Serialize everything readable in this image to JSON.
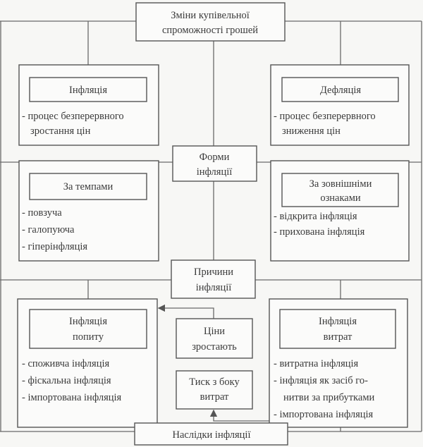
{
  "top": {
    "lines": [
      "Зміни купівельної",
      "спроможності грошей"
    ]
  },
  "inflation": {
    "title": "Інфляція",
    "desc": [
      "- процес безперервного",
      "зростання цін"
    ]
  },
  "deflation": {
    "title": "Дефляція",
    "desc": [
      "- процес безперервного",
      "зниження цін"
    ]
  },
  "forms": {
    "lines": [
      "Форми",
      "інфляції"
    ]
  },
  "by_rate": {
    "title": "За темпами",
    "items": [
      "- повзуча",
      "- галопуюча",
      "- гіперінфляція"
    ]
  },
  "by_signs": {
    "title": [
      "За зовнішніми",
      "ознаками"
    ],
    "items": [
      "- відкрита інфляція",
      "- прихована інфляція"
    ]
  },
  "causes": {
    "lines": [
      "Причини",
      "інфляції"
    ]
  },
  "demand": {
    "title": [
      "Інфляція",
      "попиту"
    ],
    "items": [
      "- споживча інфляція",
      "- фіскальна інфляція",
      "- імпортована інфляція"
    ]
  },
  "prices_rise": {
    "lines": [
      "Ціни",
      "зростають"
    ]
  },
  "cost_pressure": {
    "lines": [
      "Тиск з боку",
      "витрат"
    ]
  },
  "cost": {
    "title": [
      "Інфляція",
      "витрат"
    ],
    "items": [
      "- витратна інфляція",
      "- інфляція як засіб го-",
      "нитви за прибутками",
      "- імпортована інфляція"
    ]
  },
  "consequences": {
    "label": "Наслідки інфляції"
  }
}
